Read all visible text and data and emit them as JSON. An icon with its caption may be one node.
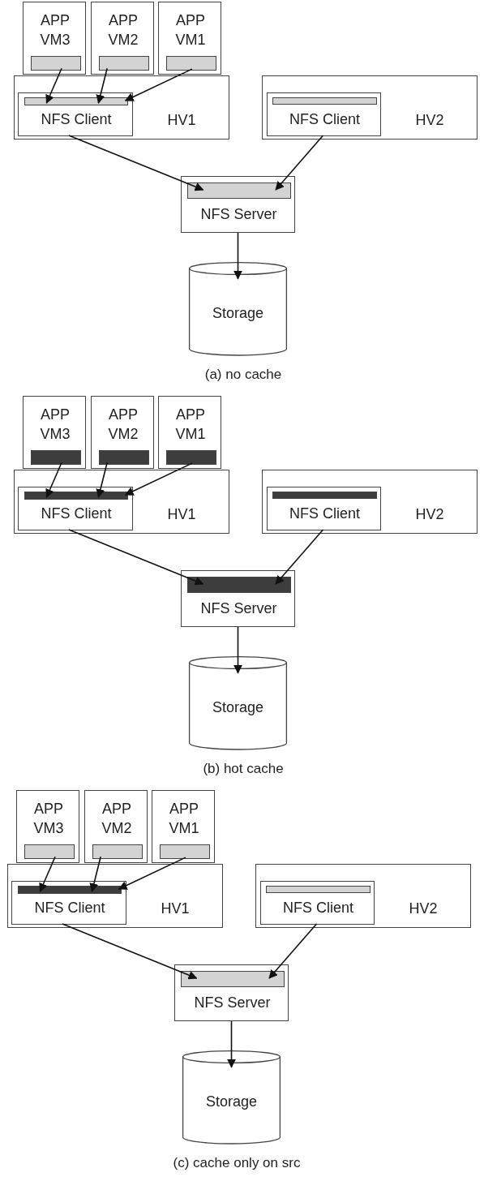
{
  "diagram": {
    "nodes": [
      {
        "text": [
          "APP VM3"
        ]
      },
      {
        "text": [],
        "shape": "bar",
        "in": 0
      },
      {
        "text": [
          "APP VM2"
        ]
      },
      {
        "text": [],
        "shape": "bar",
        "in": 2
      },
      {
        "text": [
          "APP VM1"
        ]
      },
      {
        "text": [],
        "shape": "bar",
        "in": 4
      },
      {
        "text": [
          "HV1"
        ]
      },
      {
        "text": [
          "NFS Client"
        ],
        "in": 6
      },
      {
        "text": [],
        "shape": "bar",
        "in": 7
      },
      {
        "text": [
          "HV2"
        ]
      },
      {
        "text": [
          "NFS Client"
        ],
        "in": 9
      },
      {
        "text": [],
        "shape": "bar",
        "in": 10
      },
      {
        "text": [
          "NFS Server"
        ]
      },
      {
        "text": [],
        "shape": "bar",
        "in": 12
      },
      {
        "text": [
          "Storage"
        ]
      },
      {
        "text": [
          "APP VM3"
        ]
      },
      {
        "text": [],
        "shape": "bar",
        "in": 15
      },
      {
        "text": [
          "APP VM2"
        ]
      },
      {
        "text": [],
        "shape": "bar",
        "in": 17
      },
      {
        "text": [
          "APP VM1"
        ]
      },
      {
        "text": [],
        "shape": "bar",
        "in": 19
      },
      {
        "text": [
          "HV1"
        ]
      },
      {
        "text": [
          "NFS Client"
        ],
        "in": 21
      },
      {
        "text": [],
        "shape": "bar",
        "in": 22
      },
      {
        "text": [
          "HV2"
        ]
      },
      {
        "text": [
          "NFS Client"
        ],
        "in": 24
      },
      {
        "text": [],
        "shape": "bar",
        "in": 25
      },
      {
        "text": [
          "NFS Server"
        ]
      },
      {
        "text": [],
        "shape": "bar",
        "in": 27
      },
      {
        "text": [
          "Storage"
        ]
      },
      {
        "text": [
          "APP VM3"
        ]
      },
      {
        "text": [],
        "shape": "bar",
        "in": 30
      },
      {
        "text": [
          "APP VM2"
        ]
      },
      {
        "text": [],
        "shape": "bar",
        "in": 32
      },
      {
        "text": [
          "APP VM1"
        ]
      },
      {
        "text": [],
        "shape": "bar",
        "in": 34
      },
      {
        "text": [
          "HV1"
        ]
      },
      {
        "text": [
          "NFS Client"
        ],
        "in": 36
      },
      {
        "text": [],
        "shape": "bar",
        "in": 37
      },
      {
        "text": [
          "HV2"
        ]
      },
      {
        "text": [
          "NFS Client"
        ],
        "in": 39
      },
      {
        "text": [],
        "shape": "bar",
        "in": 40
      },
      {
        "text": [
          "NFS Server"
        ]
      },
      {
        "text": [],
        "shape": "bar",
        "in": 42
      },
      {
        "text": [
          "Storage"
        ]
      }
    ],
    "edges": [
      {
        "from": 1,
        "to": 8,
        "arrow": "to"
      },
      {
        "from": 3,
        "to": 8,
        "arrow": "to"
      },
      {
        "from": 5,
        "to": 8,
        "arrow": "to"
      },
      {
        "from": 7,
        "to": 13,
        "arrow": "to"
      },
      {
        "from": 10,
        "to": 13,
        "arrow": "to"
      },
      {
        "from": 12,
        "to": 14,
        "arrow": "to"
      },
      {
        "from": 16,
        "to": 23,
        "arrow": "to"
      },
      {
        "from": 18,
        "to": 23,
        "arrow": "to"
      },
      {
        "from": 20,
        "to": 23,
        "arrow": "to"
      },
      {
        "from": 22,
        "to": 28,
        "arrow": "to"
      },
      {
        "from": 25,
        "to": 28,
        "arrow": "to"
      },
      {
        "from": 27,
        "to": 29,
        "arrow": "to"
      },
      {
        "from": 31,
        "to": 38,
        "arrow": "to"
      },
      {
        "from": 33,
        "to": 38,
        "arrow": "to"
      },
      {
        "from": 35,
        "to": 38,
        "arrow": "to"
      },
      {
        "from": 37,
        "to": 43,
        "arrow": "to"
      },
      {
        "from": 40,
        "to": 43,
        "arrow": "to"
      },
      {
        "from": 42,
        "to": 44,
        "arrow": "to"
      }
    ],
    "labels": [
      "(a) no cache",
      "(b) hot cache",
      "(c) cache only on src"
    ]
  }
}
